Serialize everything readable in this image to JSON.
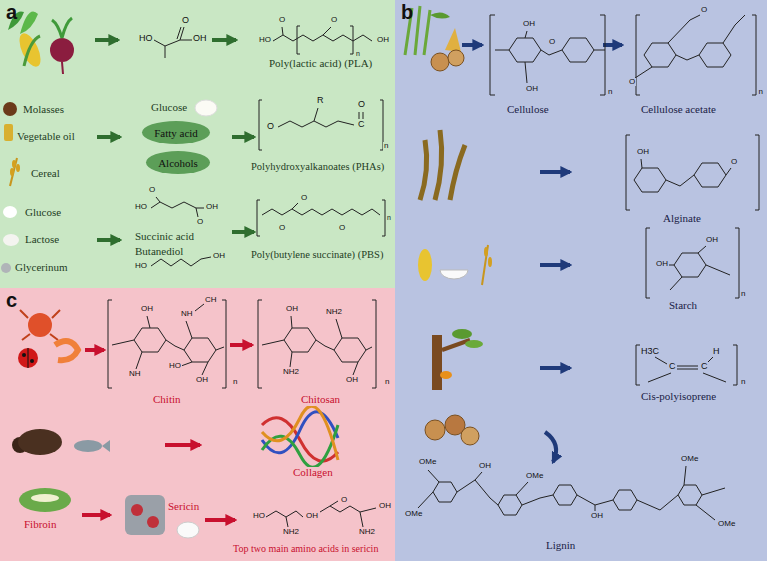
{
  "diagram": {
    "nodes": [
      {
        "text": [
          "a"
        ]
      },
      {
        "text": [
          "Fatty acid"
        ],
        "in": 0
      },
      {
        "text": [
          "Alcohols"
        ],
        "in": 0
      },
      {
        "text": [
          "b"
        ]
      },
      {
        "text": [
          "c"
        ]
      }
    ],
    "labels": [
      "HO",
      "OH",
      "O",
      "HO",
      "O",
      "O",
      "OH",
      "n",
      "Poly(lactic acid) (PLA)",
      "Molasses",
      "Vegetable oil",
      "Cereal",
      "Glucose",
      "R",
      "C",
      "O",
      "O",
      "n",
      "Polyhydroxyalkanoates (PHAs)",
      "Glucose",
      "Lactose",
      "Glycerinum",
      "HO",
      "OH",
      "O",
      "O",
      "Succinic acid",
      "Butanediol",
      "HO",
      "OH",
      "O",
      "O",
      "O",
      "n",
      "Poly(butylene succinate) (PBS)",
      "OH",
      "O",
      "OH",
      "n",
      "Cellulose",
      "O",
      "O",
      "n",
      "Cellulose acetate",
      "O",
      "OH",
      "Alginate",
      "OH",
      "OH",
      "n",
      "Starch",
      "H3C",
      "H",
      "C",
      "C",
      "n",
      "Cis-polyisoprene",
      "OMe",
      "OMe",
      "OMe",
      "OMe",
      "OMe",
      "OH",
      "OH",
      "Lignin",
      "OH",
      "NH",
      "CH",
      "HO",
      "NH",
      "OH",
      "n",
      "Chitin",
      "OH",
      "NH2",
      "NH2",
      "OH",
      "n",
      "Chitosan",
      "Collagen",
      "Fibroin",
      "Sericin",
      "HO",
      "OH",
      "NH2",
      "OH",
      "O",
      "NH2",
      "Top two main amino acids in sericin"
    ]
  }
}
